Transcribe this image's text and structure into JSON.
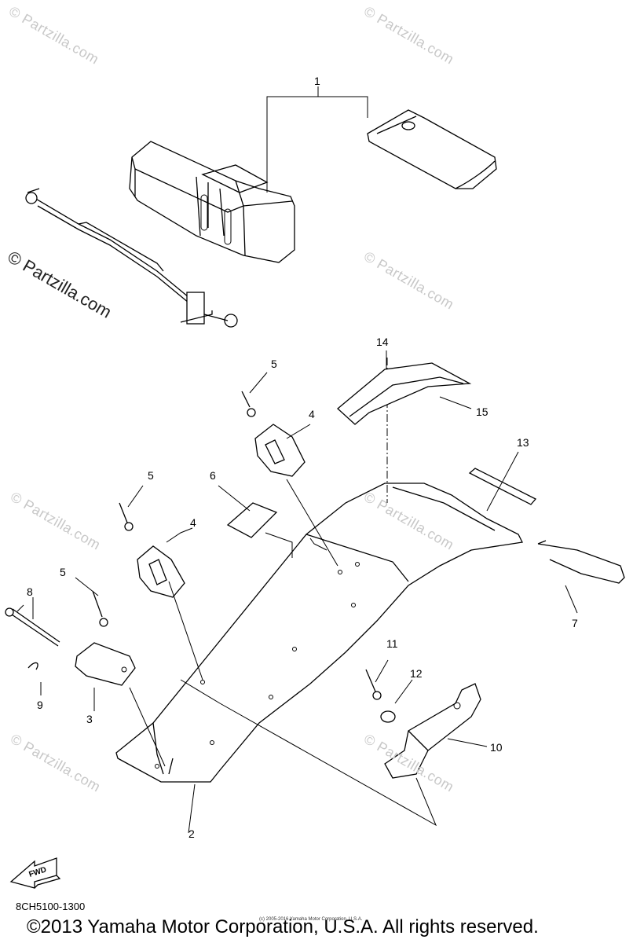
{
  "watermark_text": "© Partzilla.com",
  "callouts": [
    "1",
    "2",
    "3",
    "4",
    "4",
    "5",
    "5",
    "5",
    "6",
    "7",
    "8",
    "9",
    "10",
    "11",
    "12",
    "13",
    "14",
    "15"
  ],
  "fwd_label": "FWD",
  "part_code": "8CH5100-1300",
  "mini_copyright": "(c) 2005-2016 Yamaha Motor Corporation, U.S.A.",
  "copyright": "©2013 Yamaha Motor Corporation, U.S.A. All rights reserved."
}
